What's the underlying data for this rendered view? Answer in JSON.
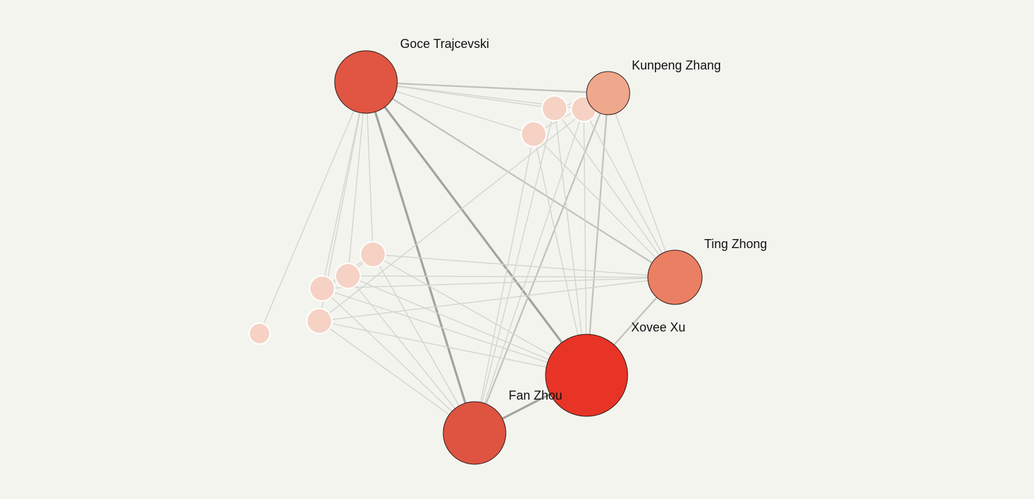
{
  "graph": {
    "nodes": [
      {
        "id": "goce",
        "label": "Goce Trajcevski",
        "color": "#e05642",
        "major": true
      },
      {
        "id": "kunpeng",
        "label": "Kunpeng Zhang",
        "color": "#f0a88c",
        "major": true
      },
      {
        "id": "ting",
        "label": "Ting Zhong",
        "color": "#eb7f63",
        "major": true
      },
      {
        "id": "xovee",
        "label": "Xovee Xu",
        "color": "#e83426",
        "major": true
      },
      {
        "id": "fan",
        "label": "Fan Zhou",
        "color": "#de5441",
        "major": true
      },
      {
        "id": "m1",
        "label": "",
        "color": "#f5d2c4",
        "major": false
      },
      {
        "id": "m2",
        "label": "",
        "color": "#f5d2c4",
        "major": false
      },
      {
        "id": "m3",
        "label": "",
        "color": "#f5d2c4",
        "major": false
      },
      {
        "id": "m4",
        "label": "",
        "color": "#f5d2c4",
        "major": false
      },
      {
        "id": "m5",
        "label": "",
        "color": "#f5d2c4",
        "major": false
      },
      {
        "id": "m6",
        "label": "",
        "color": "#f5d2c4",
        "major": false
      },
      {
        "id": "m7",
        "label": "",
        "color": "#f5d2c4",
        "major": false
      },
      {
        "id": "m8",
        "label": "",
        "color": "#f5d2c4",
        "major": false
      }
    ],
    "edges": [
      [
        "goce",
        "fan",
        "strong"
      ],
      [
        "goce",
        "xovee",
        "strong"
      ],
      [
        "goce",
        "ting",
        "medium"
      ],
      [
        "goce",
        "kunpeng",
        "medium"
      ],
      [
        "xovee",
        "fan",
        "strong"
      ],
      [
        "xovee",
        "ting",
        "medium"
      ],
      [
        "kunpeng",
        "xovee",
        "medium"
      ],
      [
        "kunpeng",
        "fan",
        "medium"
      ],
      [
        "kunpeng",
        "ting",
        "weak"
      ],
      [
        "goce",
        "m1",
        "weak"
      ],
      [
        "goce",
        "m2",
        "weak"
      ],
      [
        "goce",
        "m3",
        "weak"
      ],
      [
        "goce",
        "m4",
        "weak"
      ],
      [
        "goce",
        "m5",
        "weak"
      ],
      [
        "goce",
        "m6",
        "weak"
      ],
      [
        "goce",
        "m7",
        "weak"
      ],
      [
        "goce",
        "m8",
        "weak"
      ],
      [
        "kunpeng",
        "m4",
        "weak"
      ],
      [
        "kunpeng",
        "m5",
        "weak"
      ],
      [
        "kunpeng",
        "m6",
        "weak"
      ],
      [
        "kunpeng",
        "m7",
        "weak"
      ],
      [
        "ting",
        "m1",
        "weak"
      ],
      [
        "ting",
        "m2",
        "weak"
      ],
      [
        "ting",
        "m3",
        "weak"
      ],
      [
        "ting",
        "m4",
        "weak"
      ],
      [
        "ting",
        "m5",
        "weak"
      ],
      [
        "ting",
        "m6",
        "weak"
      ],
      [
        "ting",
        "m7",
        "weak"
      ],
      [
        "xovee",
        "m1",
        "weak"
      ],
      [
        "xovee",
        "m2",
        "weak"
      ],
      [
        "xovee",
        "m3",
        "weak"
      ],
      [
        "xovee",
        "m4",
        "weak"
      ],
      [
        "xovee",
        "m5",
        "weak"
      ],
      [
        "xovee",
        "m6",
        "weak"
      ],
      [
        "xovee",
        "m7",
        "weak"
      ],
      [
        "fan",
        "m1",
        "weak"
      ],
      [
        "fan",
        "m2",
        "weak"
      ],
      [
        "fan",
        "m3",
        "weak"
      ],
      [
        "fan",
        "m4",
        "weak"
      ],
      [
        "fan",
        "m5",
        "weak"
      ],
      [
        "fan",
        "m6",
        "weak"
      ],
      [
        "fan",
        "m7",
        "weak"
      ],
      [
        "m1",
        "m2",
        "weak"
      ],
      [
        "m2",
        "m3",
        "weak"
      ],
      [
        "m1",
        "m3",
        "weak"
      ]
    ]
  }
}
